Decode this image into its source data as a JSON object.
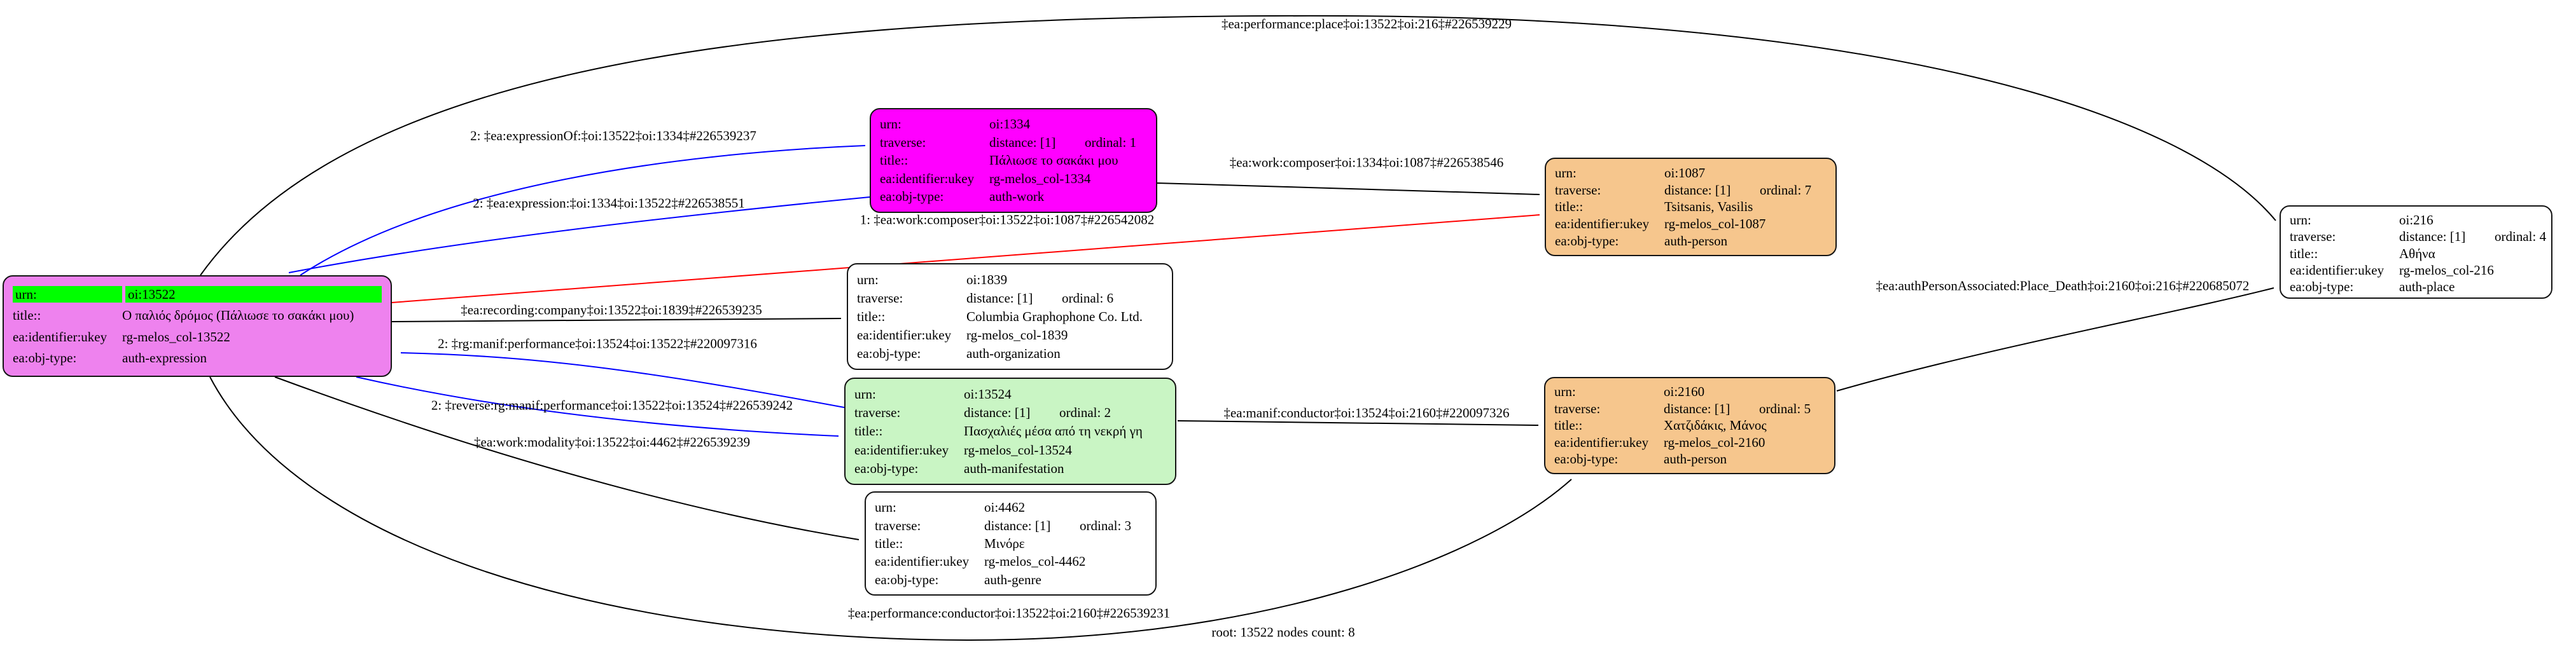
{
  "canvas": {
    "background": "#ffffff"
  },
  "row_keys": {
    "urn": "urn:",
    "traverse": "traverse:",
    "title": "title::",
    "identifier": "ea:identifier:ukey",
    "objtype": "ea:obj-type:"
  },
  "nodes": {
    "n13522": {
      "fill": "#EE82EE",
      "urn_highlight": "#00FF00",
      "urn": "oi:13522",
      "title": "Ο παλιός δρόμος (Πάλιωσε το σακάκι μου)",
      "identifier": "rg-melos_col-13522",
      "objtype": "auth-expression"
    },
    "n1334": {
      "fill": "#FF00FF",
      "urn": "oi:1334",
      "distance": "distance: [1]",
      "ordinal": "ordinal: 1",
      "title": "Πάλιωσε το σακάκι μου",
      "identifier": "rg-melos_col-1334",
      "objtype": "auth-work"
    },
    "n1839": {
      "fill": "#FFFFFF",
      "urn": "oi:1839",
      "distance": "distance: [1]",
      "ordinal": "ordinal: 6",
      "title": "Columbia Graphophone Co. Ltd.",
      "identifier": "rg-melos_col-1839",
      "objtype": "auth-organization"
    },
    "n13524": {
      "fill": "#C9F5C4",
      "urn": "oi:13524",
      "distance": "distance: [1]",
      "ordinal": "ordinal: 2",
      "title": "Πασχαλιές μέσα από τη νεκρή γη",
      "identifier": "rg-melos_col-13524",
      "objtype": "auth-manifestation"
    },
    "n4462": {
      "fill": "#FFFFFF",
      "urn": "oi:4462",
      "distance": "distance: [1]",
      "ordinal": "ordinal: 3",
      "title": "Μινόρε",
      "identifier": "rg-melos_col-4462",
      "objtype": "auth-genre"
    },
    "n1087": {
      "fill": "#F6C68D",
      "urn": "oi:1087",
      "distance": "distance: [1]",
      "ordinal": "ordinal: 7",
      "title": "Tsitsanis, Vasilis",
      "identifier": "rg-melos_col-1087",
      "objtype": "auth-person"
    },
    "n2160": {
      "fill": "#F6C68D",
      "urn": "oi:2160",
      "distance": "distance: [1]",
      "ordinal": "ordinal: 5",
      "title": "Χατζιδάκις, Μάνος",
      "identifier": "rg-melos_col-2160",
      "objtype": "auth-person"
    },
    "n216": {
      "fill": "#FFFFFF",
      "urn": "oi:216",
      "distance": "distance: [1]",
      "ordinal": "ordinal: 4",
      "title": "Αθήνα",
      "identifier": "rg-melos_col-216",
      "objtype": "auth-place"
    }
  },
  "edges": {
    "performance_place": {
      "label": "‡ea:performance:place‡oi:13522‡oi:216‡#226539229",
      "color": "#000000"
    },
    "expression_of": {
      "label": "2: ‡ea:expressionOf:‡oi:13522‡oi:1334‡#226539237",
      "color": "#0000FF"
    },
    "expression": {
      "label": "2: ‡ea:expression:‡oi:1334‡oi:13522‡#226538551",
      "color": "#0000FF"
    },
    "work_composer_1334": {
      "label": "‡ea:work:composer‡oi:1334‡oi:1087‡#226538546",
      "color": "#000000"
    },
    "work_composer_13522": {
      "label": "1: ‡ea:work:composer‡oi:13522‡oi:1087‡#226542082",
      "color": "#FF0000"
    },
    "recording_company": {
      "label": "‡ea:recording:company‡oi:13522‡oi:1839‡#226539235",
      "color": "#000000"
    },
    "rg_manif_performance": {
      "label": "2: ‡rg:manif:performance‡oi:13524‡oi:13522‡#220097316",
      "color": "#0000FF"
    },
    "reverse_rg_manif_performance": {
      "label": "2: ‡reverse:rg:manif:performance‡oi:13522‡oi:13524‡#226539242",
      "color": "#0000FF"
    },
    "work_modality": {
      "label": "‡ea:work:modality‡oi:13522‡oi:4462‡#226539239",
      "color": "#000000"
    },
    "manif_conductor": {
      "label": "‡ea:manif:conductor‡oi:13524‡oi:2160‡#220097326",
      "color": "#000000"
    },
    "auth_person_place_death": {
      "label": "‡ea:authPersonAssociated:Place_Death‡oi:2160‡oi:216‡#220685072",
      "color": "#000000"
    },
    "performance_conductor": {
      "label": "‡ea:performance:conductor‡oi:13522‡oi:2160‡#226539231",
      "color": "#000000"
    }
  },
  "footer": {
    "text": "root: 13522 nodes count: 8"
  }
}
